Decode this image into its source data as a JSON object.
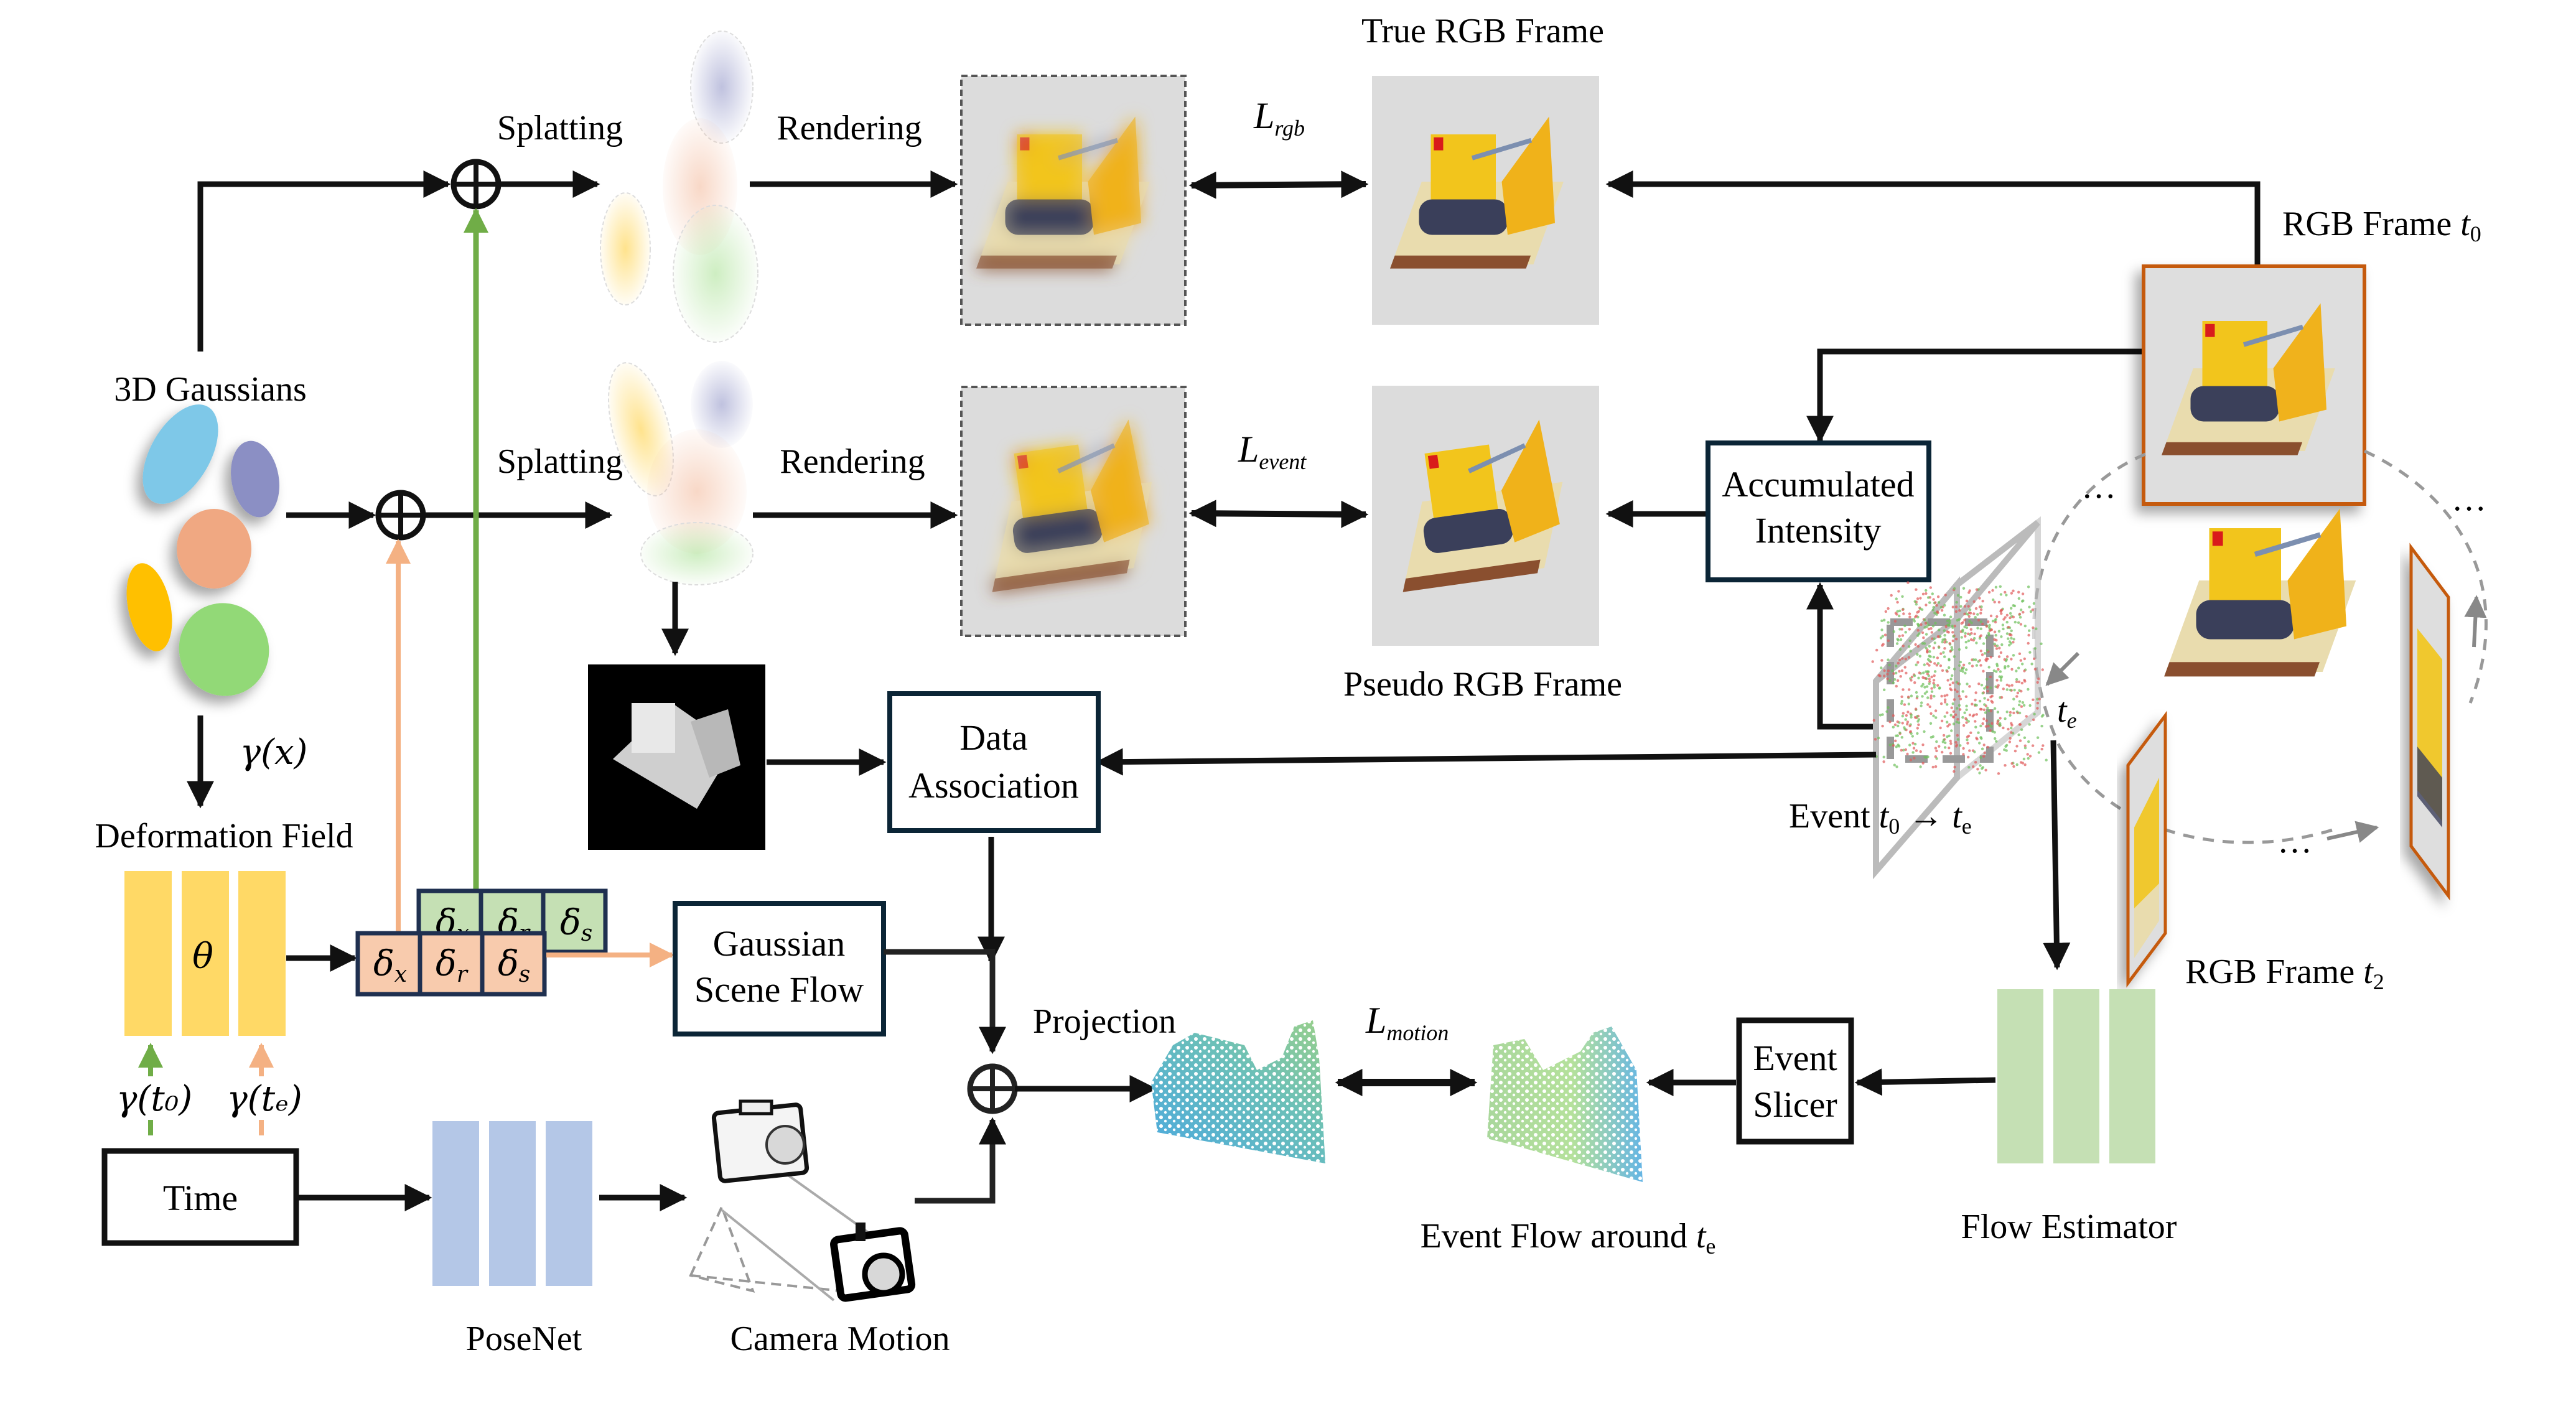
{
  "title": "Event-aided dynamic 3D Gaussian splatting pipeline",
  "colors": {
    "arrow": "#111111",
    "green_path": "#70ad47",
    "orange_path": "#f4b183",
    "deformation_block": "#ffd966",
    "posenet_block": "#b4c7e7",
    "flow_estimator_block": "#c5e0b4",
    "delta_orange": "#f8cbad",
    "delta_green": "#c5e0b4",
    "box_border": "#0b2536",
    "rgb_frame_border": "#c55a11",
    "gaussian_blue": "#7ec8e8",
    "gaussian_purple": "#8b8fc4",
    "gaussian_orange": "#f0a882",
    "gaussian_yellow": "#ffc000",
    "gaussian_green": "#92d977"
  },
  "labels": {
    "gaussians": "3D Gaussians",
    "gamma_x": "γ(x)",
    "deformation_field": "Deformation Field",
    "theta": "θ",
    "gamma_t0": "γ(t₀)",
    "gamma_te": "γ(tₑ)",
    "time": "Time",
    "posenet": "PoseNet",
    "camera_motion": "Camera Motion",
    "splatting_top": "Splatting",
    "splatting_mid": "Splatting",
    "rendering_top": "Rendering",
    "rendering_mid": "Rendering",
    "true_rgb_frame": "True RGB Frame",
    "pseudo_rgb_frame": "Pseudo RGB Frame",
    "loss_rgb_main": "L",
    "loss_rgb_sub": "rgb",
    "loss_event_main": "L",
    "loss_event_sub": "event",
    "loss_motion_main": "L",
    "loss_motion_sub": "motion",
    "rgb_frame_t0_text": "RGB Frame ",
    "rgb_frame_t0_var": "t",
    "rgb_frame_t0_sub": "0",
    "rgb_frame_t2_text": "RGB Frame ",
    "rgb_frame_t2_var": "t",
    "rgb_frame_t2_sub": "2",
    "accumulated_line1": "Accumulated",
    "accumulated_line2": "Intensity",
    "data_association_line1": "Data",
    "data_association_line2": "Association",
    "gaussian_scene_flow_line1": "Gaussian",
    "gaussian_scene_flow_line2": "Scene Flow",
    "projection": "Projection",
    "event_slicer_line1": "Event",
    "event_slicer_line2": "Slicer",
    "flow_estimator": "Flow Estimator",
    "event_flow_text": "Event Flow around ",
    "event_flow_var": "t",
    "event_flow_sub": "e",
    "event_range_text": "Event ",
    "event_range_var1": "t",
    "event_range_sub1": "0",
    "event_range_arrow": " → ",
    "event_range_var2": "t",
    "event_range_sub2": "e",
    "te_marker_var": "t",
    "te_marker_sub": "e",
    "ellipsis": "…"
  },
  "deltas": {
    "orange": [
      {
        "sym": "δ",
        "sub": "x"
      },
      {
        "sym": "δ",
        "sub": "r"
      },
      {
        "sym": "δ",
        "sub": "s"
      }
    ],
    "green": [
      {
        "sym": "δ",
        "sub": "x"
      },
      {
        "sym": "δ",
        "sub": "r"
      },
      {
        "sym": "δ",
        "sub": "s"
      }
    ]
  }
}
